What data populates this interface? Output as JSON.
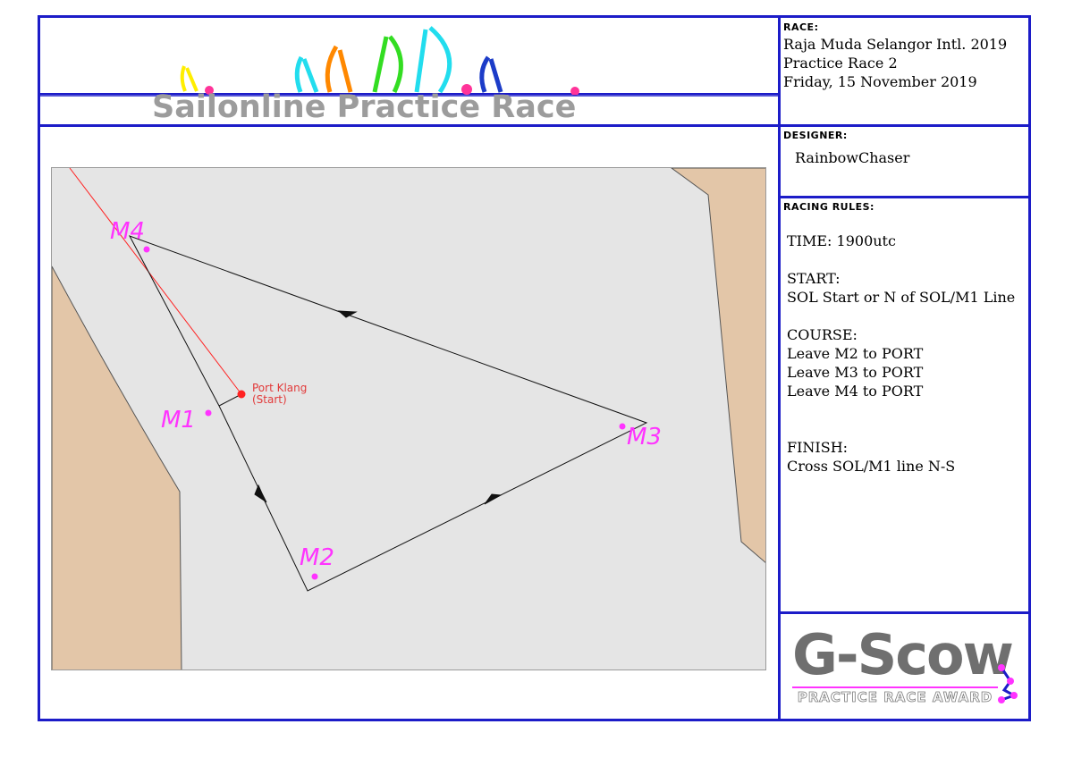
{
  "header": {
    "banner_title": "Sailonline Practice Race"
  },
  "race": {
    "label": "RACE:",
    "line1": "Raja Muda Selangor  Intl.  2019",
    "line2": "Practice Race 2",
    "line3": "Friday, 15 November 2019"
  },
  "designer": {
    "label": "DESIGNER:",
    "name": "RainbowChaser"
  },
  "rules": {
    "label": "RACING RULES:",
    "time": "TIME: 1900utc",
    "start_heading": "START:",
    "start_text": "SOL Start or N of SOL/M1 Line",
    "course_heading": "COURSE:",
    "course_lines": [
      "Leave M2 to PORT",
      "Leave M3  to PORT",
      "Leave M4 to PORT"
    ],
    "finish_heading": "FINISH:",
    "finish_text": "Cross SOL/M1 line N-S"
  },
  "map": {
    "start_name": "Port Klang",
    "start_sub": "(Start)",
    "marks": [
      "M1",
      "M2",
      "M3",
      "M4"
    ],
    "colors": {
      "water": "#e5e5e5",
      "land": "#e3c6a8",
      "mark": "#ff33ff",
      "start": "#e23a3a"
    }
  },
  "award": {
    "title": "G-Scow",
    "subtitle": "PRACTICE RACE AWARD"
  }
}
